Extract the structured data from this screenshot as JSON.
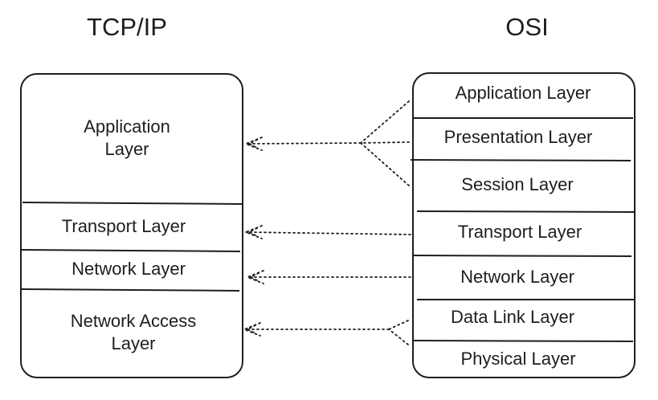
{
  "titles": {
    "tcpip": "TCP/IP",
    "osi": "OSI"
  },
  "tcpip_layers": [
    {
      "line1": "Application",
      "line2": "Layer"
    },
    {
      "line1": "Transport Layer",
      "line2": ""
    },
    {
      "line1": "Network Layer",
      "line2": ""
    },
    {
      "line1": "Network Access",
      "line2": "Layer"
    }
  ],
  "osi_layers": [
    "Application Layer",
    "Presentation Layer",
    "Session Layer",
    "Transport Layer",
    "Network Layer",
    "Data Link Layer",
    "Physical Layer"
  ],
  "colors": {
    "stroke": "#1e1e1e",
    "background": "#ffffff"
  }
}
